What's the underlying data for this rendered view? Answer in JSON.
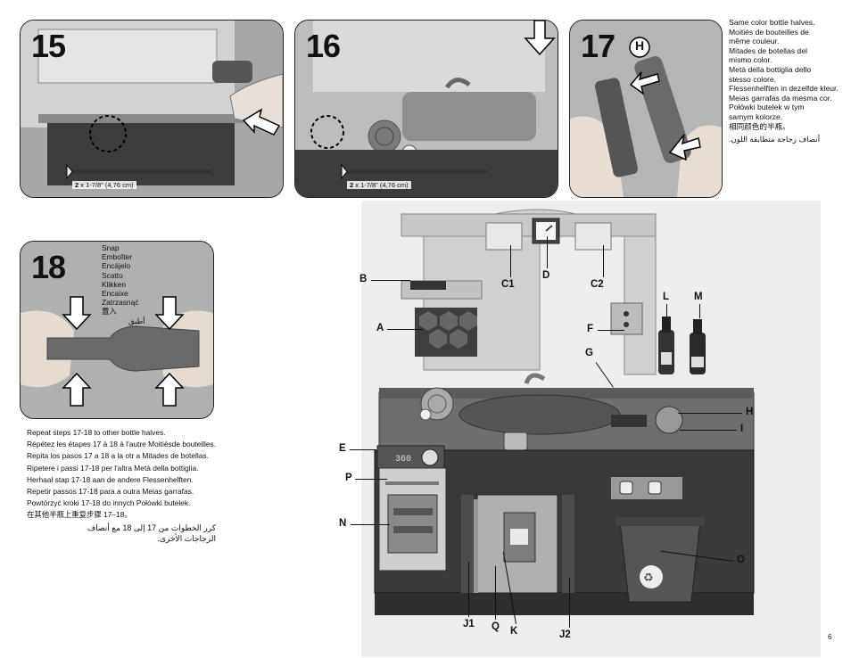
{
  "steps": {
    "s15": {
      "number": "15",
      "screw": {
        "qty": "2",
        "size": " x 1-7/8\" (4,76 cm)"
      }
    },
    "s16": {
      "number": "16",
      "screw": {
        "qty": "2",
        "size": " x 1-7/8\" (4,76 cm)"
      }
    },
    "s17": {
      "number": "17",
      "badge": "H"
    },
    "s18": {
      "number": "18"
    }
  },
  "same_color_text": [
    "Same color bottle halves.",
    "Moitiés de bouteilles de",
    "même couleur.",
    "Mitades de botellas del",
    "mismo color.",
    "Metà della bottiglia dello",
    "stesso colore.",
    "Flessenhelften in dezelfde kleur.",
    "Meias garrafas da mesma cor.",
    "Połówki butelek w tym",
    "samym kolorze.",
    "相同颜色的半瓶。"
  ],
  "same_color_arabic": "أنصاف زجاجة متطابقة اللون.",
  "snap_text": [
    "Snap",
    "Emboîter",
    "Encájelo",
    "Scatto",
    "Klikken",
    "Encaixe",
    "Zatrzasnąć",
    "置入"
  ],
  "snap_arabic": "أطبق",
  "repeat_text": [
    "Repeat steps 17-18 to other bottle halves.",
    "Répétez les étapes 17 à 18 à l'autre Moitiésde bouteilles.",
    "Repita los pasos 17 a 18 a la otr a Mitades de botellas.",
    "Ripetere i passi 17-18 per l'altra Metà della bottiglia.",
    "Herhaal stap 17-18 aan de andere Flessenhelften.",
    "Repetir passos 17-18 para a outra Meias garrafas.",
    "Powtórzyć kroki 17-18 do innych Połówki butelek.",
    "在其他半瓶上重复步骤 17–18。"
  ],
  "repeat_arabic": [
    "كرر الخطوات من 17 إلى 18 مع أنصاف",
    "الزجاجات الأخرى."
  ],
  "callouts": {
    "B": "B",
    "A": "A",
    "C1": "C1",
    "D": "D",
    "C2": "C2",
    "L": "L",
    "M": "M",
    "F": "F",
    "G": "G",
    "H": "H",
    "I": "I",
    "E": "E",
    "P": "P",
    "N": "N",
    "O": "O",
    "J1": "J1",
    "Q": "Q",
    "K": "K",
    "J2": "J2"
  },
  "display_readout": "360",
  "page_number": "6",
  "colors": {
    "panel_bg": "#9a9a9a",
    "plastic_light": "#d4d4d4",
    "plastic_dark": "#3a3a3a",
    "arrow_fill": "#ffffff"
  }
}
